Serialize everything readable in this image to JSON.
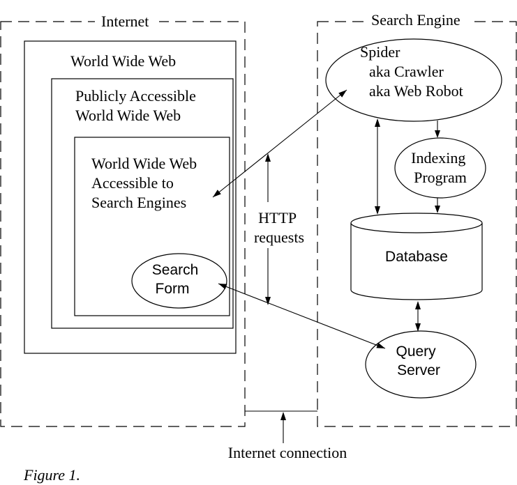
{
  "internet": {
    "label": "Internet"
  },
  "search_engine": {
    "label": "Search Engine"
  },
  "www": {
    "label": "World Wide Web",
    "public": {
      "lines": [
        "Publicly Accessible",
        "World Wide Web"
      ]
    },
    "accessible": {
      "lines": [
        "World Wide Web",
        "Accessible to",
        "Search Engines"
      ]
    }
  },
  "search_form": {
    "lines": [
      "Search",
      "Form"
    ]
  },
  "spider": {
    "lines": [
      "Spider",
      "aka Crawler",
      "aka Web Robot"
    ]
  },
  "indexing": {
    "lines": [
      "Indexing",
      "Program"
    ]
  },
  "database": {
    "label": "Database"
  },
  "query_server": {
    "lines": [
      "Query",
      "Server"
    ]
  },
  "http": {
    "lines": [
      "HTTP",
      "requests"
    ]
  },
  "connection": {
    "label": "Internet connection"
  },
  "caption": "Figure 1."
}
